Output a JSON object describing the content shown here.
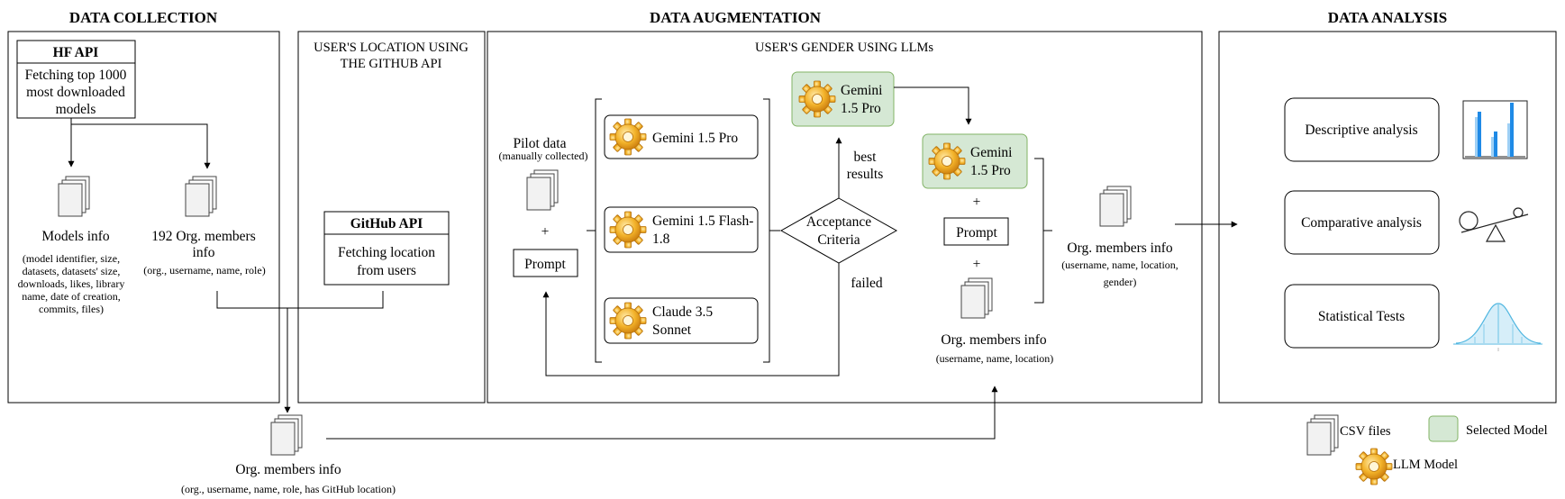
{
  "sections": {
    "collection": "DATA COLLECTION",
    "augmentation": "DATA AUGMENTATION",
    "analysis": "DATA ANALYSIS"
  },
  "location_panel": {
    "title_line1": "USER'S LOCATION USING",
    "title_line2": "THE GITHUB API"
  },
  "gender_panel": {
    "title": "USER'S GENDER USING LLMs"
  },
  "hf_api": {
    "title": "HF API",
    "desc": [
      "Fetching top 1000",
      "most downloaded",
      "models"
    ]
  },
  "models_info": {
    "label": "Models info",
    "desc": [
      "(model identifier, size,",
      "datasets, datasets' size,",
      "downloads, likes, library",
      "name,  date of creation,",
      "commits, files)"
    ]
  },
  "org_members_192": {
    "label": [
      "192 Org. members",
      "info"
    ],
    "desc": "(org., username, name, role)"
  },
  "github_api": {
    "title": "GitHub API",
    "desc": [
      "Fetching location",
      "from users"
    ]
  },
  "org_members_bottom": {
    "label": "Org. members info",
    "desc": "(org., username, name, role, has GitHub location)"
  },
  "pilot": {
    "label": "Pilot data",
    "sub": "(manually collected)",
    "plus": "+",
    "prompt": "Prompt"
  },
  "llms": [
    {
      "name": [
        "Gemini 1.5 Pro"
      ]
    },
    {
      "name": [
        "Gemini 1.5 Flash-",
        "1.8"
      ]
    },
    {
      "name": [
        "Claude 3.5",
        "Sonnet"
      ]
    }
  ],
  "acceptance": {
    "label": [
      "Acceptance",
      "Criteria"
    ],
    "best": [
      "best",
      "results"
    ],
    "failed": "failed"
  },
  "best_model": {
    "name": [
      "Gemini",
      "1.5 Pro"
    ]
  },
  "selected_model": {
    "name": [
      "Gemini",
      "1.5 Pro"
    ]
  },
  "final_inputs": {
    "plus1": "+",
    "prompt": "Prompt",
    "plus2": "+",
    "label": "Org. members info",
    "desc": "(username, name, location)"
  },
  "gender_output": {
    "label": "Org. members info",
    "desc": [
      "(username, name, location,",
      "gender)"
    ]
  },
  "analysis": {
    "descriptive": "Descriptive analysis",
    "comparative": "Comparative analysis",
    "statistical": "Statistical Tests"
  },
  "legend": {
    "csv": "CSV files",
    "selected": "Selected Model",
    "llm": "LLM Model"
  },
  "colors": {
    "selected_fill": "#d5e8d4",
    "selected_stroke": "#82b366",
    "bar_blue": "#1f8ae6",
    "bell": "#4fb6e0"
  },
  "icons": [
    "gear-icon",
    "csv-file-icon",
    "bar-chart-icon",
    "seesaw-icon",
    "bell-curve-icon"
  ]
}
